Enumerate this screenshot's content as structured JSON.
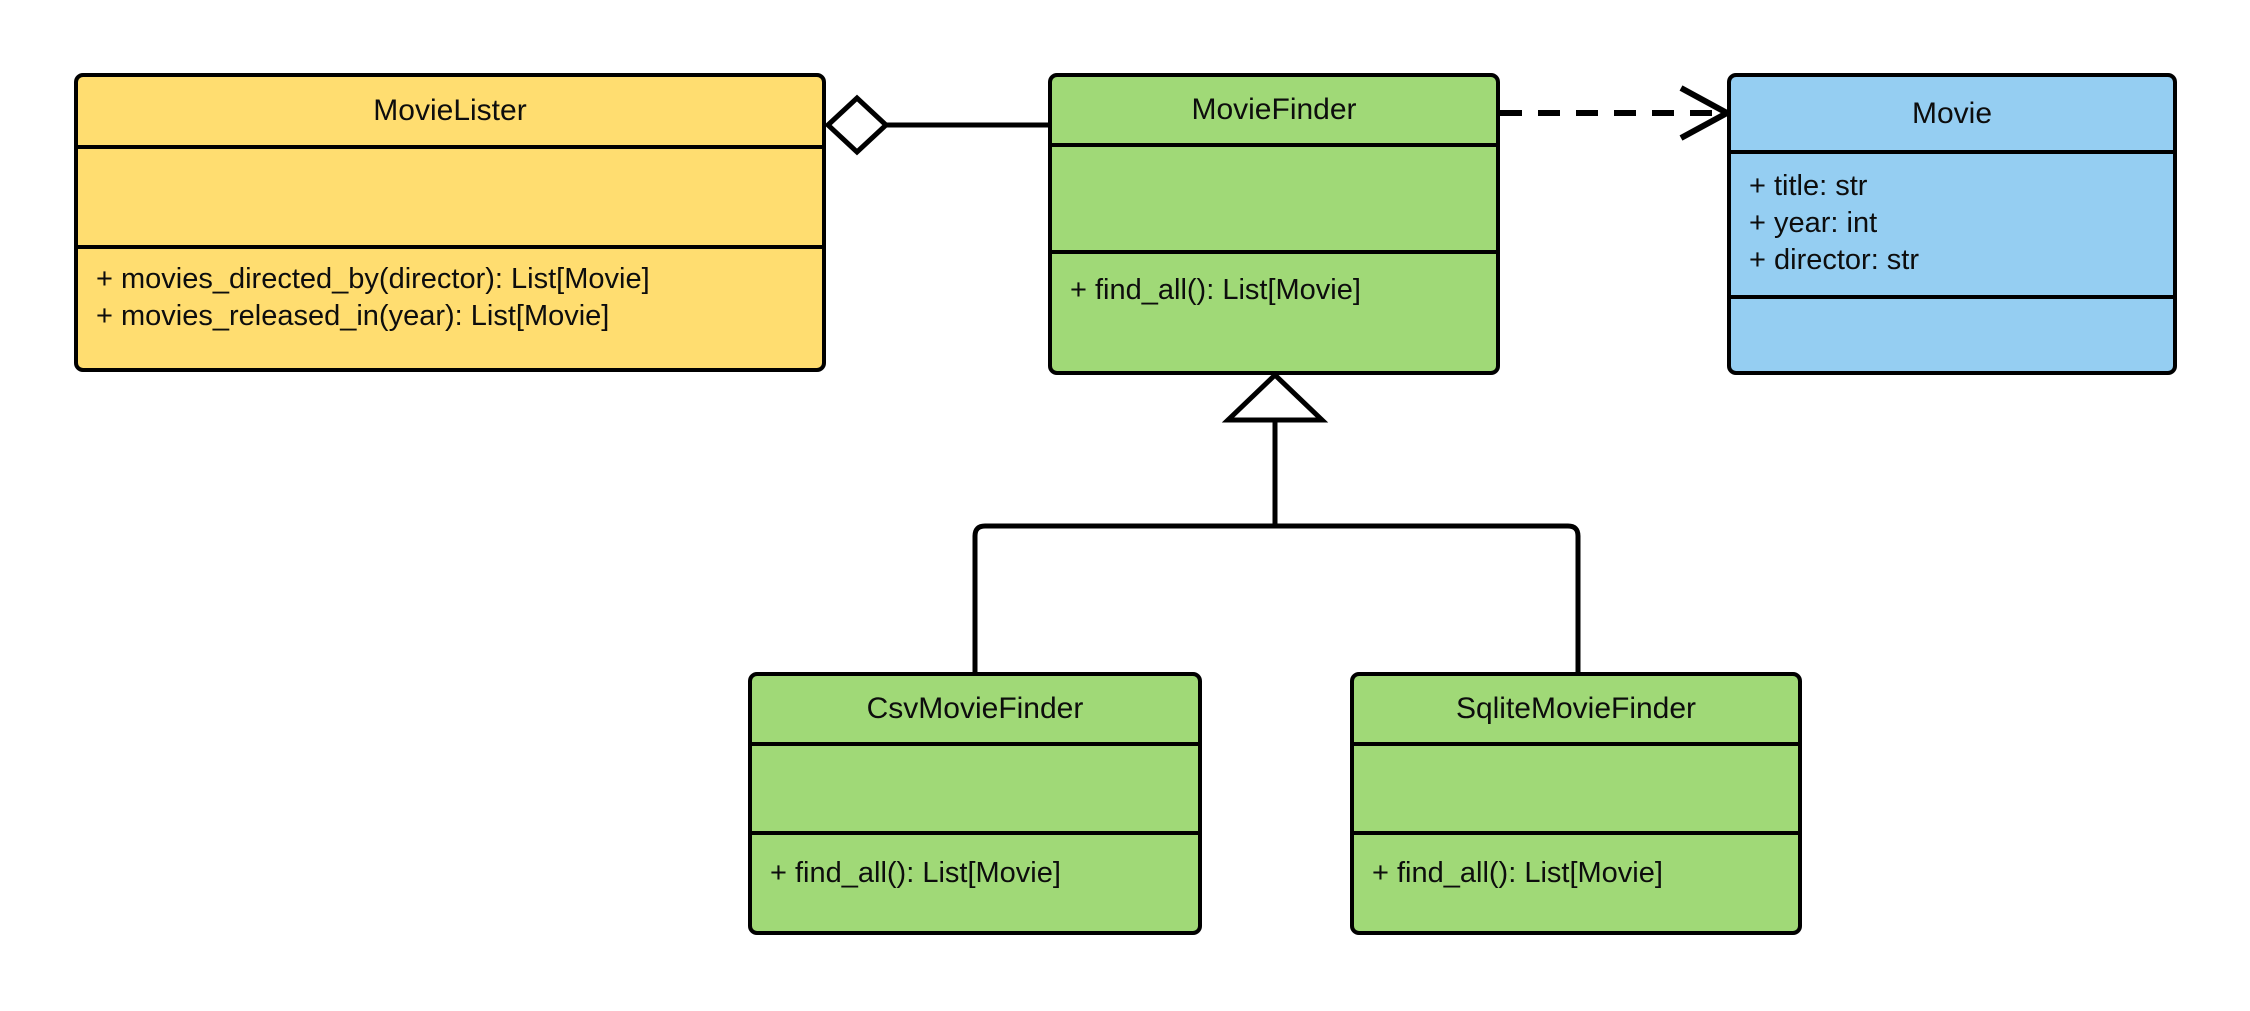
{
  "diagram": {
    "kind": "uml-class-diagram",
    "background": "#ffffff",
    "stroke_color": "#000000",
    "palette": {
      "yellow": "#ffdd70",
      "green": "#a0d977",
      "blue": "#95cef2",
      "line": "#000000"
    }
  },
  "classes": {
    "movie_lister": {
      "name": "MovieLister",
      "color": "#ffdd70",
      "attributes": [],
      "methods": [
        "+ movies_directed_by(director): List[Movie]",
        "+ movies_released_in(year): List[Movie]"
      ]
    },
    "movie_finder": {
      "name": "MovieFinder",
      "color": "#a0d977",
      "attributes": [],
      "methods": [
        "+ find_all(): List[Movie]"
      ]
    },
    "movie": {
      "name": "Movie",
      "color": "#95cef2",
      "attributes": [
        "+ title: str",
        "+ year: int",
        "+ director: str"
      ],
      "methods": []
    },
    "csv_movie_finder": {
      "name": "CsvMovieFinder",
      "color": "#a0d977",
      "attributes": [],
      "methods": [
        "+ find_all(): List[Movie]"
      ]
    },
    "sqlite_movie_finder": {
      "name": "SqliteMovieFinder",
      "color": "#a0d977",
      "attributes": [],
      "methods": [
        "+ find_all(): List[Movie]"
      ]
    }
  },
  "relationships": [
    {
      "id": "aggregation-lister-finder",
      "type": "aggregation",
      "from": "MovieLister",
      "to": "MovieFinder",
      "marker": "hollow-diamond",
      "line": "solid"
    },
    {
      "id": "dependency-finder-movie",
      "type": "dependency",
      "from": "MovieFinder",
      "to": "Movie",
      "marker": "open-arrow",
      "line": "dashed"
    },
    {
      "id": "generalization-csv-finder",
      "type": "generalization",
      "from": "CsvMovieFinder",
      "to": "MovieFinder",
      "marker": "hollow-triangle",
      "line": "solid"
    },
    {
      "id": "generalization-sqlite-finder",
      "type": "generalization",
      "from": "SqliteMovieFinder",
      "to": "MovieFinder",
      "marker": "hollow-triangle",
      "line": "solid"
    }
  ]
}
